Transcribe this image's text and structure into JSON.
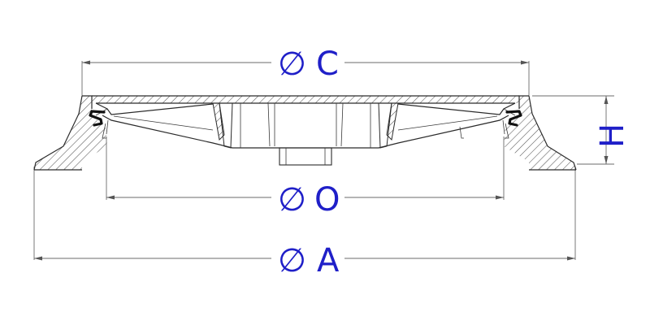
{
  "colors": {
    "dimension_label": "#1f1fc8",
    "outline": "#2a2a2a",
    "hatch": "#555555",
    "dimension_line": "#6b6b6b"
  },
  "dimensions": {
    "c": {
      "symbol": "∅",
      "letter": "C"
    },
    "o": {
      "symbol": "∅",
      "letter": "O"
    },
    "a": {
      "symbol": "∅",
      "letter": "A"
    },
    "h": {
      "letter": "H"
    }
  }
}
